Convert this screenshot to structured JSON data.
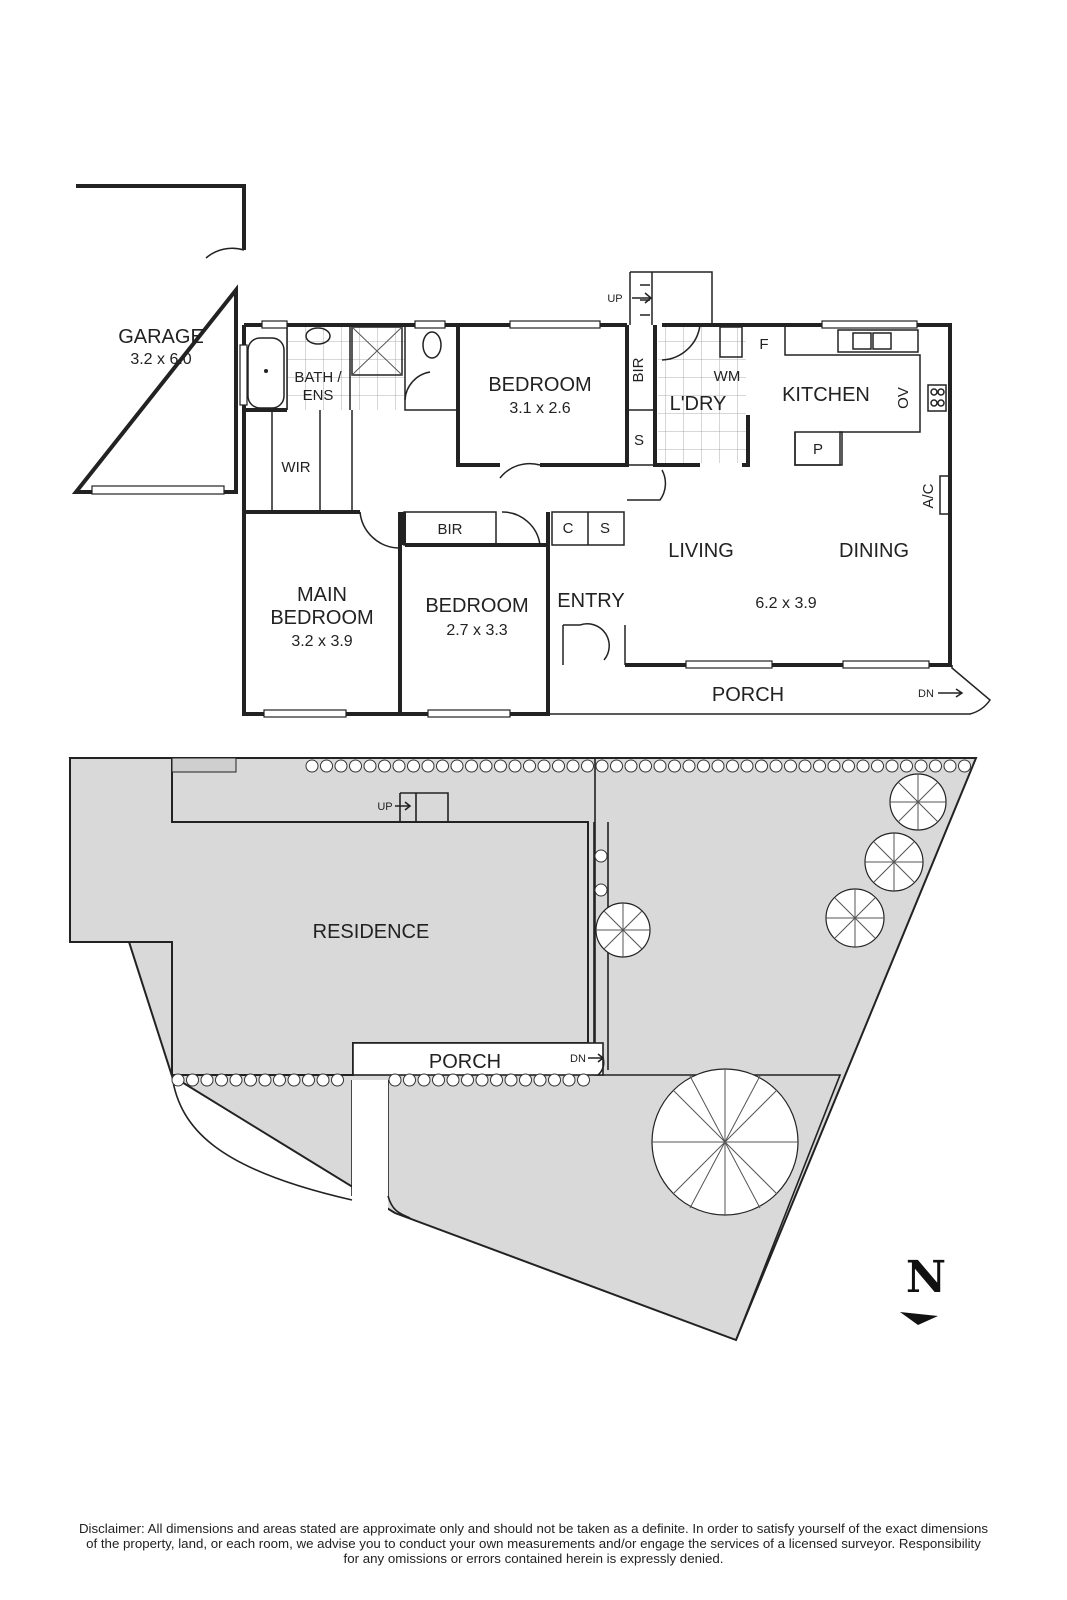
{
  "floor_plan": {
    "rooms": {
      "garage": {
        "name": "GARAGE",
        "size": "3.2 x 6.0"
      },
      "bath": {
        "name_line1": "BATH /",
        "name_line2": "ENS"
      },
      "bedroom_north": {
        "name": "BEDROOM",
        "size": "3.1 x 2.6"
      },
      "bir_north": "BIR",
      "store_north": "S",
      "laundry": "L'DRY",
      "washing_machine": "WM",
      "fridge": "F",
      "kitchen": "KITCHEN",
      "oven": "OV",
      "pantry": "P",
      "aircon": "A/C",
      "wir": "WIR",
      "bir_middle": "BIR",
      "cupboard": "C",
      "store_entry": "S",
      "main_bedroom": {
        "name_line1": "MAIN",
        "name_line2": "BEDROOM",
        "size": "3.2 x 3.9"
      },
      "bedroom_middle": {
        "name": "BEDROOM",
        "size": "2.7 x 3.3"
      },
      "entry": "ENTRY",
      "living": "LIVING",
      "dining": "DINING",
      "living_dining_size": "6.2 x 3.9",
      "porch": "PORCH",
      "porch_down": "DN",
      "stair_up": "UP"
    }
  },
  "site_plan": {
    "residence": "RESIDENCE",
    "porch": "PORCH",
    "porch_down": "DN",
    "stair_up": "UP",
    "north": "N"
  },
  "disclaimer": {
    "line1": "Disclaimer: All dimensions and areas stated are approximate only and should not be taken as a definite. In order to satisfy yourself of the exact dimensions",
    "line2": "of the property, land, or each room, we advise you to conduct your own measurements and/or engage the services of a licensed surveyor. Responsibility",
    "line3": "for any omissions or errors contained herein is expressly denied."
  }
}
